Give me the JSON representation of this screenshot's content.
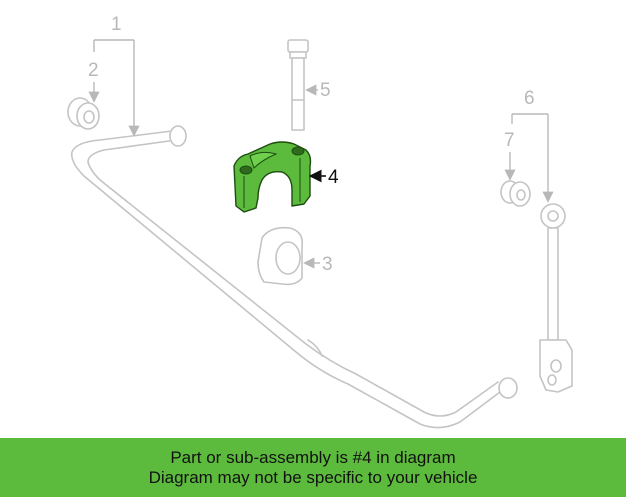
{
  "callouts": {
    "c1": "1",
    "c2": "2",
    "c3": "3",
    "c4": "4",
    "c5": "5",
    "c6": "6",
    "c7": "7"
  },
  "highlight_color": "#5cbb3d",
  "banner": {
    "line1": "Part or sub-assembly is #4 in diagram",
    "line2": "Diagram may not be specific to your vehicle"
  }
}
